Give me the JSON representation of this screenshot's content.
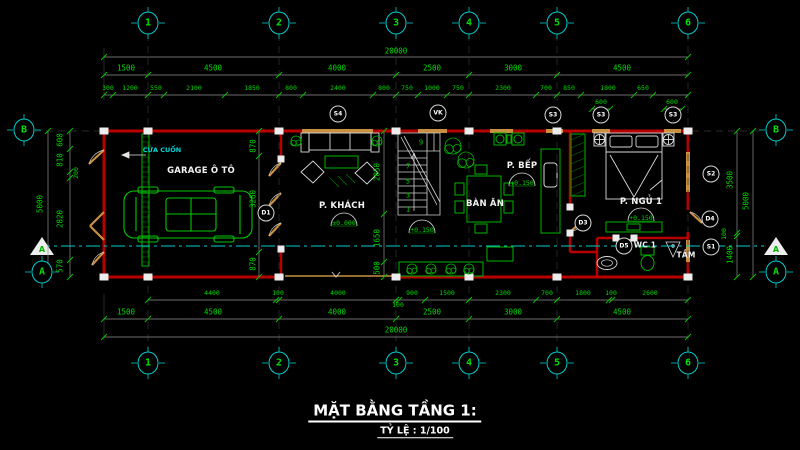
{
  "title_block": {
    "title": "MẶT BẰNG TẦNG 1:",
    "scale": "TỶ LỆ : 1/100"
  },
  "grid_axes": {
    "columns": [
      "1",
      "2",
      "3",
      "4",
      "5",
      "6"
    ],
    "row_top": "B",
    "row_bottom": "A",
    "section_label": "A"
  },
  "dims": {
    "top_total": "20000",
    "top_spans": [
      "1500",
      "4500",
      "4000",
      "2500",
      "3000",
      "4500"
    ],
    "top_detail": [
      "300",
      "1200",
      "550",
      "2100",
      "1850",
      "800",
      "2400",
      "800",
      "750",
      "1000",
      "750",
      "2300",
      "700",
      "850",
      "1800",
      "650"
    ],
    "top_windows": [
      "600",
      "600"
    ],
    "bottom_detail": [
      "4400",
      "100",
      "4000",
      "100",
      "900",
      "1500",
      "2300",
      "700",
      "1800",
      "100",
      "2600"
    ],
    "bottom_spans": [
      "1500",
      "4500",
      "4000",
      "2500",
      "3000",
      "4500"
    ],
    "bottom_total": "20000",
    "left_total": "5000",
    "left_detail": [
      "600",
      "810",
      "200",
      "2820",
      "570"
    ],
    "right_total": "5000",
    "right_detail": [
      "3500",
      "100",
      "1400"
    ],
    "garage_divider": [
      "870",
      "3260",
      "870"
    ],
    "living_divider": [
      "2850",
      "1650",
      "500"
    ]
  },
  "rooms": {
    "garage": "GARAGE Ô TÔ",
    "living": "P. KHÁCH",
    "dining": "BÀN ĂN",
    "kitchen": "P. BẾP",
    "bedroom": "P. NGỦ 1",
    "wc": "WC 1",
    "bath": "TẮM",
    "rolling_door": "CỬA CUỐN"
  },
  "levels": {
    "living": "±0.000",
    "stair_lobby": "+0.150",
    "kitchen": "+0.150",
    "bedroom": "+0.150"
  },
  "tags": {
    "s1": "S1",
    "s2": "S2",
    "s3a": "S3",
    "s3b": "S3",
    "s3c": "S3",
    "s4": "S4",
    "vk": "VK",
    "d1": "D1",
    "d3": "D3",
    "d4": "D4",
    "d5": "D5"
  },
  "stairs": {
    "numbers": [
      "1",
      "3",
      "5",
      "7",
      "9"
    ]
  },
  "colors": {
    "background": "#000000",
    "dimension_green": "#00d800",
    "wall_red": "#b80000",
    "joinery_tan": "#c89040",
    "axis_cyan": "#00cfcf",
    "label_white": "#f2f2f2"
  }
}
